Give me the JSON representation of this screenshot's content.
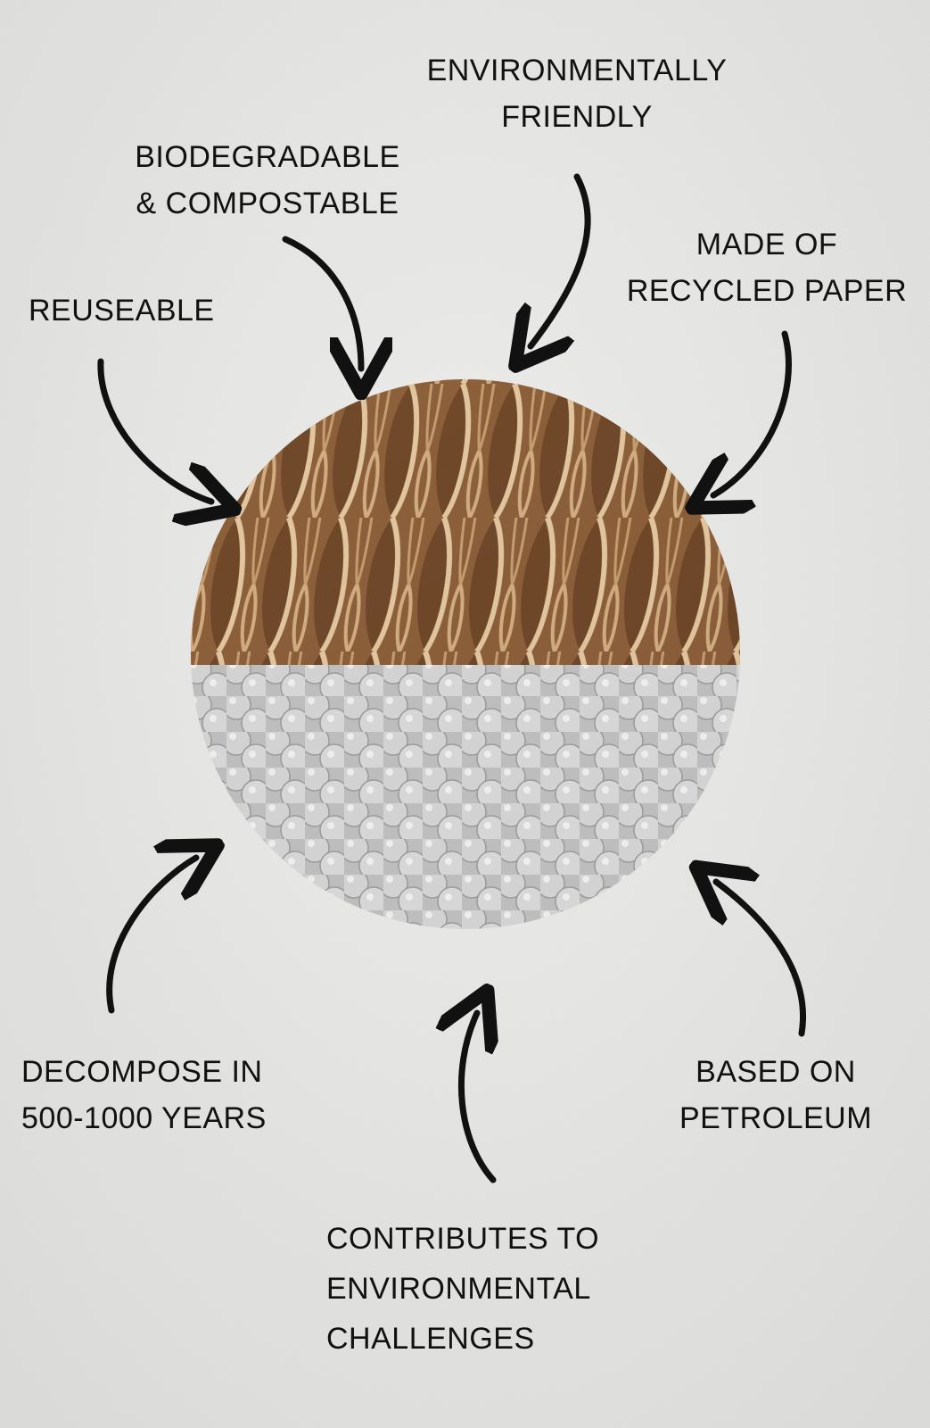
{
  "paper_side": {
    "labels": [
      {
        "id": "environmentally-friendly",
        "lines": [
          "ENVIRONMENTALLY",
          "FRIENDLY"
        ]
      },
      {
        "id": "biodegradable",
        "lines": [
          "BIODEGRADABLE",
          "& COMPOSTABLE"
        ]
      },
      {
        "id": "recycled-paper",
        "lines": [
          "MADE OF",
          "RECYCLED PAPER"
        ]
      },
      {
        "id": "reuseable",
        "lines": [
          "REUSEABLE"
        ]
      }
    ]
  },
  "plastic_side": {
    "labels": [
      {
        "id": "decompose",
        "lines": [
          "DECOMPOSE IN",
          "500-1000 YEARS"
        ]
      },
      {
        "id": "petroleum",
        "lines": [
          "BASED ON",
          "PETROLEUM"
        ]
      },
      {
        "id": "environmental-challenges",
        "lines": [
          "CONTRIBUTES TO",
          "ENVIRONMENTAL",
          "CHALLENGES"
        ]
      }
    ]
  },
  "colors": {
    "background": "#e8e8e6",
    "kraft": "#9a6b45",
    "kraft_light": "#d9b58d",
    "kraft_dark": "#6e4a2c",
    "bubble_wrap": "#c9c9c9",
    "text": "#111111"
  }
}
